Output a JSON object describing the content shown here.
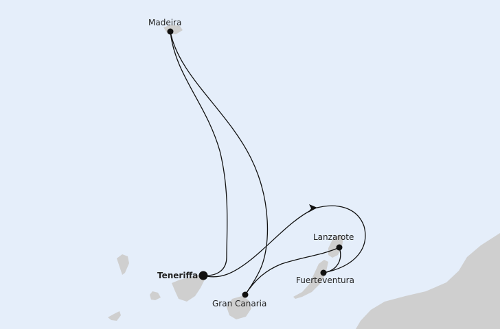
{
  "map": {
    "colors": {
      "sea": "#e5eefa",
      "land": "#cfcfcf",
      "route": "#111111"
    },
    "ports": [
      {
        "name": "Madeira",
        "home": false
      },
      {
        "name": "Teneriffa",
        "home": true
      },
      {
        "name": "Gran Canaria",
        "home": false
      },
      {
        "name": "Lanzarote",
        "home": false
      },
      {
        "name": "Fuerteventura",
        "home": false
      }
    ],
    "route_direction_icon": "arrow-head"
  }
}
